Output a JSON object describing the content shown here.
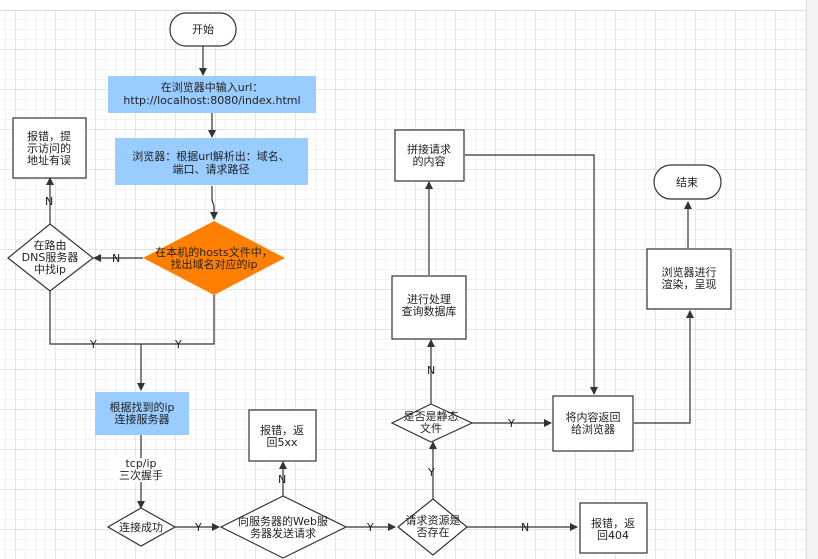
{
  "nodes": {
    "start": "开始",
    "input_url_line1": "在浏览器中输入url：",
    "input_url_line2": "http://localhost:8080/index.html",
    "parse_line1": "浏览器：根据url解析出：域名、",
    "parse_line2": "端口、请求路径",
    "hosts_line1": "在本机的hosts文件中，",
    "hosts_line2": "找出域名对应的ip",
    "dns_line1": "在路由",
    "dns_line2": "DNS服务器",
    "dns_line3": "中找ip",
    "err_addr_line1": "报错，提",
    "err_addr_line2": "示访问的",
    "err_addr_line3": "地址有误",
    "connect_line1": "根据找到的ip",
    "connect_line2": "连接服务器",
    "tcp_line1": "tcp/ip",
    "tcp_line2": "三次握手",
    "conn_ok": "连接成功",
    "send_req_line1": "向服务器的Web服",
    "send_req_line2": "务器发送请求",
    "err5xx_line1": "报错，返",
    "err5xx_line2": "回5xx",
    "res_exists_line1": "请求资源是",
    "res_exists_line2": "否存在",
    "err404_line1": "报错，返",
    "err404_line2": "回404",
    "static_line1": "是否是静态",
    "static_line2": "文件",
    "process_line1": "进行处理",
    "process_line2": "查询数据库",
    "concat_line1": "拼接请求",
    "concat_line2": "的内容",
    "return_line1": "将内容返回",
    "return_line2": "给浏览器",
    "render_line1": "浏览器进行",
    "render_line2": "渲染，呈现",
    "end": "结束"
  },
  "edge_labels": {
    "hosts_no": "N",
    "dns_no": "N",
    "dns_yes": "Y",
    "hosts_yes": "Y",
    "conn_yes": "Y",
    "req_yes": "Y",
    "exists_yes": "Y",
    "exists_no": "N",
    "static_yes": "Y",
    "static_no": "N",
    "req_no": "N"
  },
  "colors": {
    "blue_box": "#99ccff",
    "orange_diamond": "#ff8000",
    "stroke": "#333333"
  }
}
